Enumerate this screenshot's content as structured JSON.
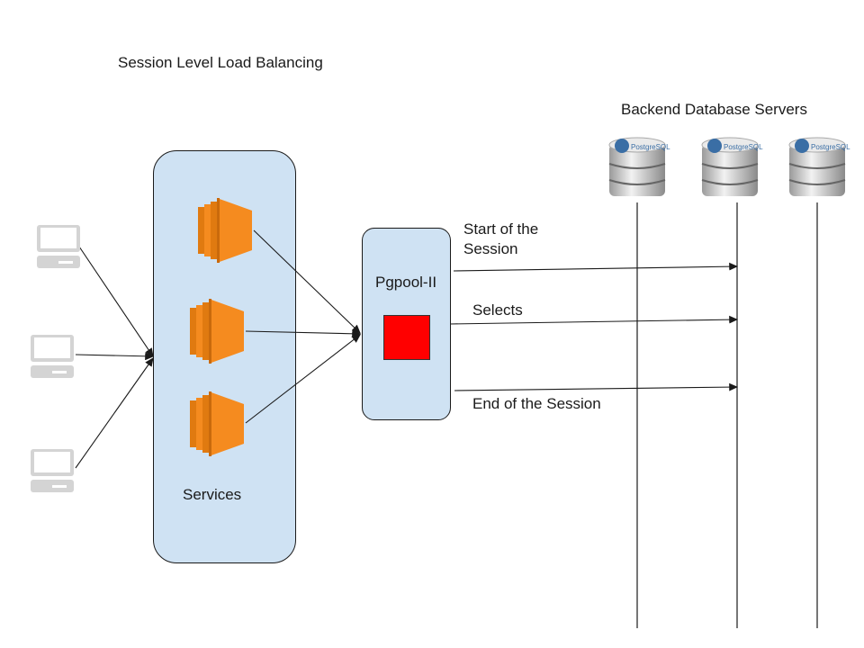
{
  "title": "Session Level Load Balancing",
  "backend_label": "Backend Database Servers",
  "services": {
    "label": "Services",
    "instances": 3,
    "icon": "aws-ec2-instance-icon",
    "color": "#f58b1f"
  },
  "pgpool": {
    "label": "Pgpool-II",
    "indicator_color": "#ff0000"
  },
  "clients": {
    "count": 3,
    "icon": "laptop-icon"
  },
  "databases": {
    "count": 3,
    "icon": "postgresql-database-icon",
    "logo_text": "PostgreSQL"
  },
  "messages": [
    {
      "label_line1": "Start of the",
      "label_line2": "Session"
    },
    {
      "label_line1": "Selects",
      "label_line2": ""
    },
    {
      "label_line1": "End of the Session",
      "label_line2": ""
    }
  ],
  "colors": {
    "container_fill": "#cfe2f3",
    "stroke": "#1a1a1a"
  }
}
